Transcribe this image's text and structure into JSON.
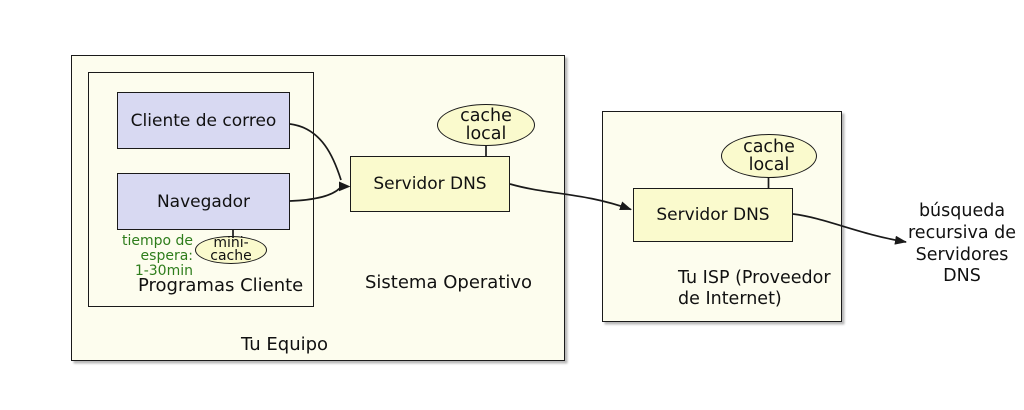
{
  "colors": {
    "canvas_bg": "#ffffff",
    "container_fill": "#fdfdee",
    "app_fill": "#d8d9f2",
    "dns_fill": "#fafacd",
    "border": "#1a1a1a",
    "text": "#111111",
    "note_green": "#2e7d1c"
  },
  "equipo": {
    "label": "Tu Equipo",
    "programas": {
      "label": "Programas Cliente",
      "cliente_correo": "Cliente de correo",
      "navegador": "Navegador",
      "mini_cache": {
        "line1": "mini-",
        "line2": "cache"
      },
      "nota_espera": {
        "line1": "tiempo de",
        "line2": "espera:",
        "line3": "1-30min"
      }
    },
    "sistema_operativo": {
      "label": "Sistema Operativo",
      "servidor_dns": "Servidor DNS",
      "cache_local": {
        "line1": "cache",
        "line2": "local"
      }
    }
  },
  "isp": {
    "label_line1": "Tu ISP (Proveedor",
    "label_line2": "de Internet)",
    "servidor_dns": "Servidor DNS",
    "cache_local": {
      "line1": "cache",
      "line2": "local"
    }
  },
  "busqueda_recursiva": {
    "line1": "búsqueda",
    "line2": "recursiva de",
    "line3": "Servidores",
    "line4": "DNS"
  }
}
